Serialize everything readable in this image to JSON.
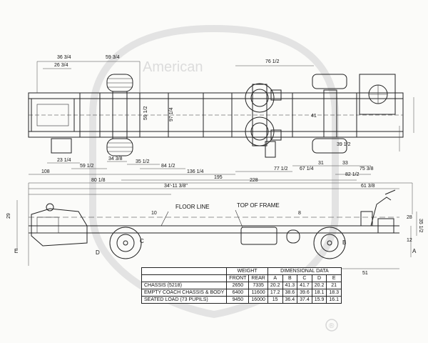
{
  "labels": {
    "floor_line": "FLOOR LINE",
    "top_of_frame": "TOP OF FRAME"
  },
  "plan_dims": [
    "36 3/4",
    "26 3/4",
    "59 3/4",
    "76 1/2",
    "23 1/4",
    "59 1/2",
    "34 3/8",
    "35 1/2",
    "84 1/2",
    "136 1/4",
    "77 1/2",
    "67 1/4",
    "31",
    "33",
    "75 3/8",
    "82 1/2",
    "108",
    "195",
    "41",
    "39 1/2",
    "59 1/2",
    "97 1/4"
  ],
  "side_dims": [
    "80 1/8",
    "34'-11 3/8\"",
    "228",
    "61 3/8",
    "29",
    "28",
    "35 1/2",
    "12",
    "51",
    "10",
    "8"
  ],
  "side_letters": [
    "E",
    "D",
    "C",
    "A",
    "B"
  ],
  "table": {
    "header_weight": "WEIGHT",
    "header_dims": "DIMENSIONAL DATA",
    "header_front": "FRONT",
    "header_rear": "REAR",
    "dim_cols": [
      "A",
      "B",
      "C",
      "D",
      "E"
    ],
    "rows": [
      {
        "label": "CHASSIS (5218)",
        "front": "2650",
        "rear": "7335",
        "a": "20.2",
        "b": "41.3",
        "c": "41.7",
        "d": "20.2",
        "e": "21"
      },
      {
        "label": "EMPTY COACH CHASSIS & BODY",
        "front": "6400",
        "rear": "11600",
        "a": "17.2",
        "b": "38.6",
        "c": "39.6",
        "d": "18.1",
        "e": "18.3"
      },
      {
        "label": "SEATED LOAD (73 PUPILS)",
        "front": "9450",
        "rear": "16000",
        "a": "15",
        "b": "36.4",
        "c": "37.4",
        "d": "15.9",
        "e": "16.1"
      }
    ]
  },
  "watermark": {
    "text": "American",
    "registered": "®"
  }
}
